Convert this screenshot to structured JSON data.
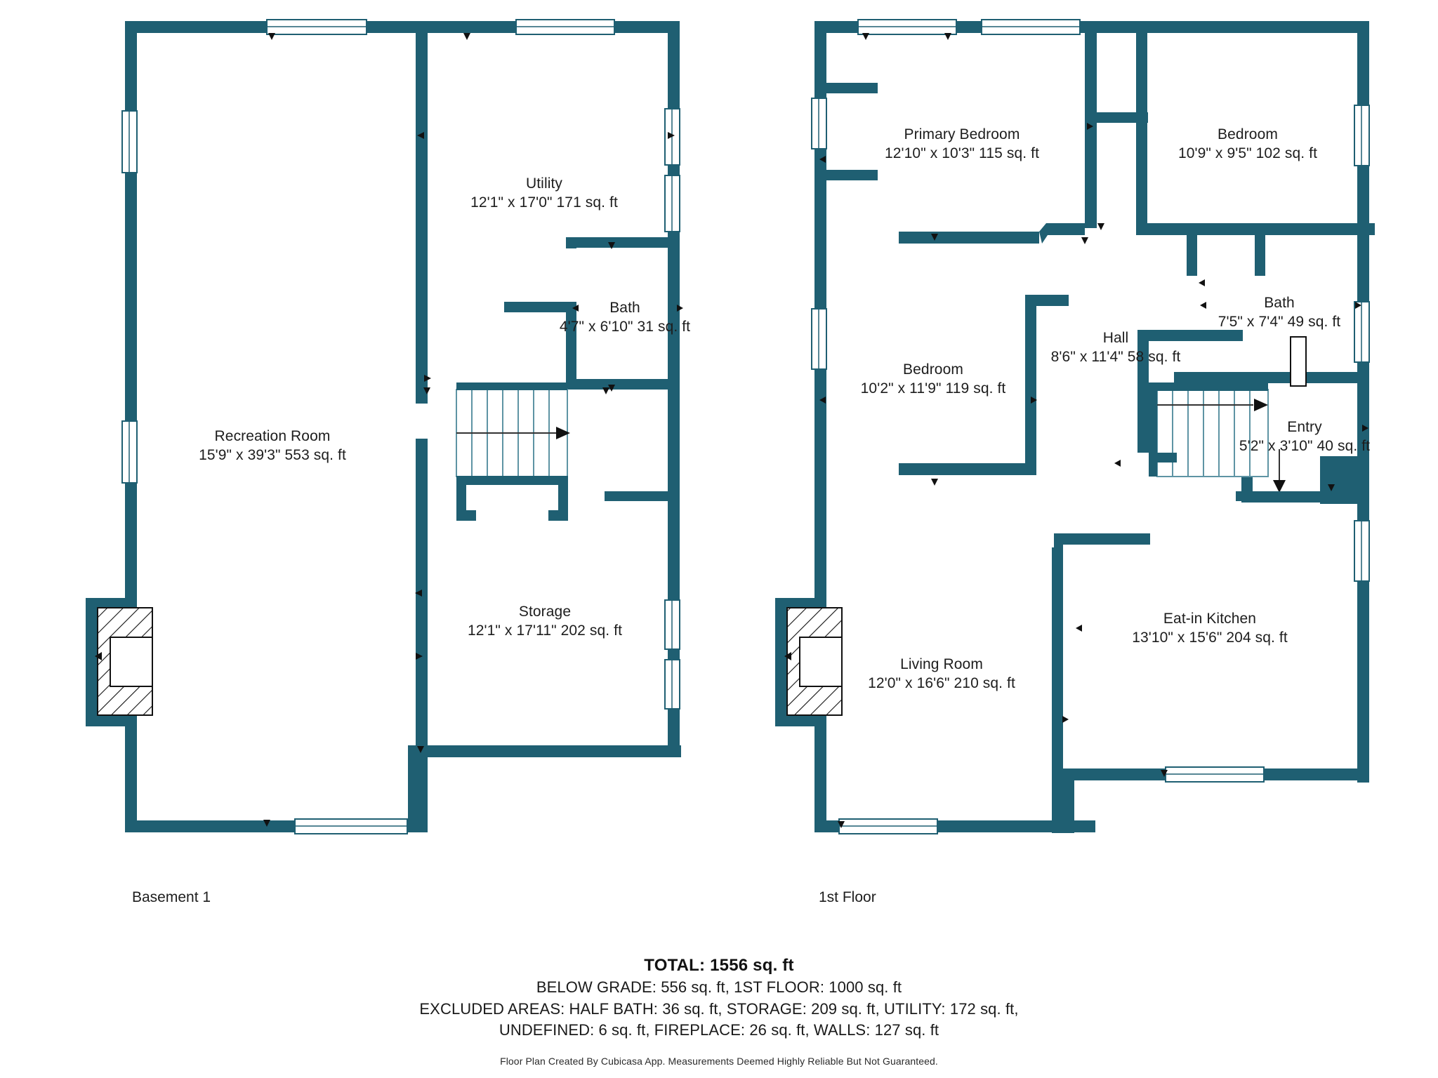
{
  "document": {
    "type": "floor-plan",
    "wall_color": "#1f5f72",
    "text_color": "#1d1d1d",
    "background_color": "#ffffff"
  },
  "floors": [
    {
      "id": "basement",
      "caption": "Basement 1",
      "rooms": [
        {
          "id": "utility",
          "name": "Utility",
          "dimensions": "12'1\" x 17'0\"",
          "area": "171 sq. ft"
        },
        {
          "id": "bath-basement",
          "name": "Bath",
          "dimensions": "4'7\" x 6'10\"",
          "area": "31 sq. ft"
        },
        {
          "id": "recreation-room",
          "name": "Recreation Room",
          "dimensions": "15'9\" x 39'3\"",
          "area": "553 sq. ft"
        },
        {
          "id": "storage",
          "name": "Storage",
          "dimensions": "12'1\" x 17'11\"",
          "area": "202 sq. ft"
        }
      ]
    },
    {
      "id": "first-floor",
      "caption": "1st Floor",
      "rooms": [
        {
          "id": "primary-bedroom",
          "name": "Primary Bedroom",
          "dimensions": "12'10\" x 10'3\"",
          "area": "115 sq. ft"
        },
        {
          "id": "bedroom-2",
          "name": "Bedroom",
          "dimensions": "10'9\" x 9'5\"",
          "area": "102 sq. ft"
        },
        {
          "id": "bath-first",
          "name": "Bath",
          "dimensions": "7'5\" x 7'4\"",
          "area": "49 sq. ft"
        },
        {
          "id": "bedroom-1",
          "name": "Bedroom",
          "dimensions": "10'2\" x 11'9\"",
          "area": "119 sq. ft"
        },
        {
          "id": "hall",
          "name": "Hall",
          "dimensions": "8'6\" x 11'4\"",
          "area": "58 sq. ft"
        },
        {
          "id": "entry",
          "name": "Entry",
          "dimensions": "5'2\" x 3'10\"",
          "area": "40 sq. ft"
        },
        {
          "id": "eat-in-kitchen",
          "name": "Eat-in Kitchen",
          "dimensions": "13'10\" x 15'6\"",
          "area": "204 sq. ft"
        },
        {
          "id": "living-room",
          "name": "Living Room",
          "dimensions": "12'0\" x 16'6\"",
          "area": "210 sq. ft"
        }
      ]
    }
  ],
  "labels": {
    "basement": {
      "utility_name": "Utility",
      "utility_dim": "12'1\" x 17'0\" 171 sq. ft",
      "bath_name": "Bath",
      "bath_dim": "4'7\" x 6'10\" 31 sq. ft",
      "recreation_name": "Recreation Room",
      "recreation_dim": "15'9\" x 39'3\" 553 sq. ft",
      "storage_name": "Storage",
      "storage_dim": "12'1\" x 17'11\" 202 sq. ft",
      "caption": "Basement 1"
    },
    "first": {
      "primary_name": "Primary Bedroom",
      "primary_dim": "12'10\" x 10'3\" 115 sq. ft",
      "bedroom2_name": "Bedroom",
      "bedroom2_dim": "10'9\" x 9'5\" 102 sq. ft",
      "bath_name": "Bath",
      "bath_dim": "7'5\" x 7'4\" 49 sq. ft",
      "bedroom1_name": "Bedroom",
      "bedroom1_dim": "10'2\" x 11'9\" 119 sq. ft",
      "hall_name": "Hall",
      "hall_dim": "8'6\" x 11'4\" 58 sq. ft",
      "entry_name": "Entry",
      "entry_dim": "5'2\" x 3'10\" 40 sq. ft",
      "kitchen_name": "Eat-in Kitchen",
      "kitchen_dim": "13'10\" x 15'6\" 204 sq. ft",
      "living_name": "Living Room",
      "living_dim": "12'0\" x 16'6\" 210 sq. ft",
      "caption": "1st Floor"
    }
  },
  "summary": {
    "total": "TOTAL: 1556 sq. ft",
    "line1": "BELOW GRADE: 556 sq. ft, 1ST FLOOR: 1000 sq. ft",
    "line2": "EXCLUDED AREAS: HALF BATH: 36 sq. ft, STORAGE: 209 sq. ft, UTILITY: 172 sq. ft,",
    "line3": "UNDEFINED: 6 sq. ft, FIREPLACE: 26 sq. ft, WALLS: 127 sq. ft",
    "credit": "Floor Plan Created By Cubicasa App. Measurements Deemed Highly Reliable But Not Guaranteed."
  },
  "totals": {
    "total_sq_ft": 1556,
    "below_grade_sq_ft": 556,
    "first_floor_sq_ft": 1000,
    "excluded": {
      "half_bath_sq_ft": 36,
      "storage_sq_ft": 209,
      "utility_sq_ft": 172,
      "undefined_sq_ft": 6,
      "fireplace_sq_ft": 26,
      "walls_sq_ft": 127
    }
  }
}
